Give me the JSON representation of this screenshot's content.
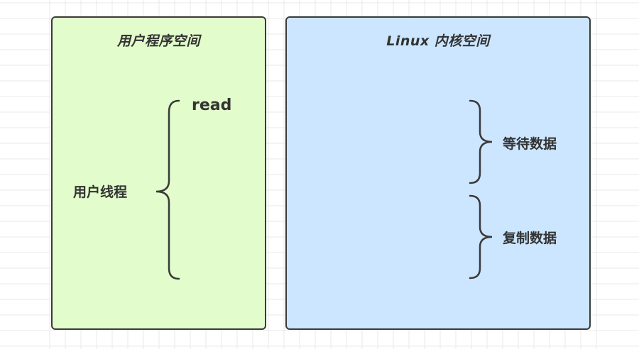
{
  "diagram": {
    "user_space": {
      "title": "用户程序空间",
      "read_label": "read",
      "thread_label": "用户线程",
      "fill_color": "#e2fccc"
    },
    "kernel_space": {
      "title": "Linux 内核空间",
      "wait_label": "等待数据",
      "copy_label": "复制数据",
      "fill_color": "#cce6ff"
    },
    "stroke_color": "#3a3a3a",
    "grid_color": "#e8e8e8"
  }
}
